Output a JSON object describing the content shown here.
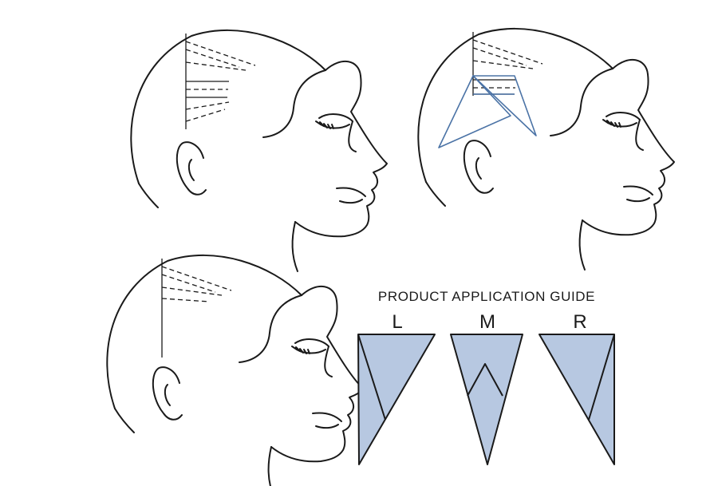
{
  "guide": {
    "title": "PRODUCT APPLICATION GUIDE",
    "labels": [
      "L",
      "M",
      "R"
    ]
  },
  "colors": {
    "line": "#1a1a1a",
    "accent": "#4b73a6",
    "fill": "#b7c8e1"
  }
}
